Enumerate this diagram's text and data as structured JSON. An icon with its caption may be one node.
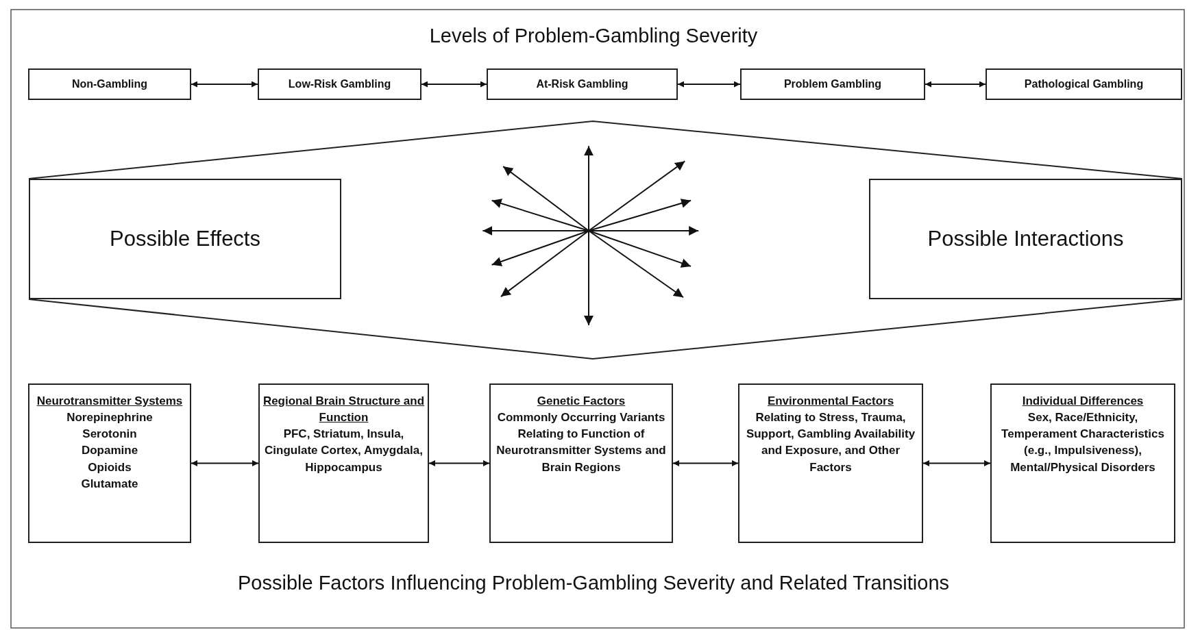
{
  "diagram": {
    "title": "Levels of Problem-Gambling Severity",
    "caption": "Possible Factors Influencing Problem-Gambling Severity and Related Transitions",
    "nodes": [
      {
        "text": [
          "Non-Gambling"
        ]
      },
      {
        "text": [
          "Low-Risk Gambling"
        ]
      },
      {
        "text": [
          "At-Risk Gambling"
        ]
      },
      {
        "text": [
          "Problem Gambling"
        ]
      },
      {
        "text": [
          "Pathological Gambling"
        ]
      },
      {
        "text": [
          "Possible Effects"
        ]
      },
      {
        "text": [
          "Possible Interactions"
        ]
      },
      {
        "text": [
          "Neurotransmitter Systems",
          "Norepinephrine",
          "Serotonin",
          "Dopamine",
          "Opioids",
          "Glutamate"
        ]
      },
      {
        "text": [
          "Regional Brain Structure and Function",
          "PFC, Striatum, Insula, Cingulate Cortex, Amygdala, Hippocampus"
        ]
      },
      {
        "text": [
          "Genetic Factors",
          "Commonly Occurring Variants Relating to Function of Neurotransmitter Systems and Brain Regions"
        ]
      },
      {
        "text": [
          "Environmental Factors",
          "Relating to Stress, Trauma, Support, Gambling Availability and Exposure, and Other Factors"
        ]
      },
      {
        "text": [
          "Individual Differences",
          "Sex, Race/Ethnicity, Temperament Characteristics (e.g., Impulsiveness), Mental/Physical Disorders"
        ]
      }
    ],
    "edges": [
      {
        "from": 0,
        "to": 1,
        "arrow": "both"
      },
      {
        "from": 1,
        "to": 2,
        "arrow": "both"
      },
      {
        "from": 2,
        "to": 3,
        "arrow": "both"
      },
      {
        "from": 3,
        "to": 4,
        "arrow": "both"
      },
      {
        "from": 7,
        "to": 8,
        "arrow": "both"
      },
      {
        "from": 8,
        "to": 9,
        "arrow": "both"
      },
      {
        "from": 9,
        "to": 10,
        "arrow": "both"
      },
      {
        "from": 10,
        "to": 11,
        "arrow": "both"
      }
    ]
  }
}
